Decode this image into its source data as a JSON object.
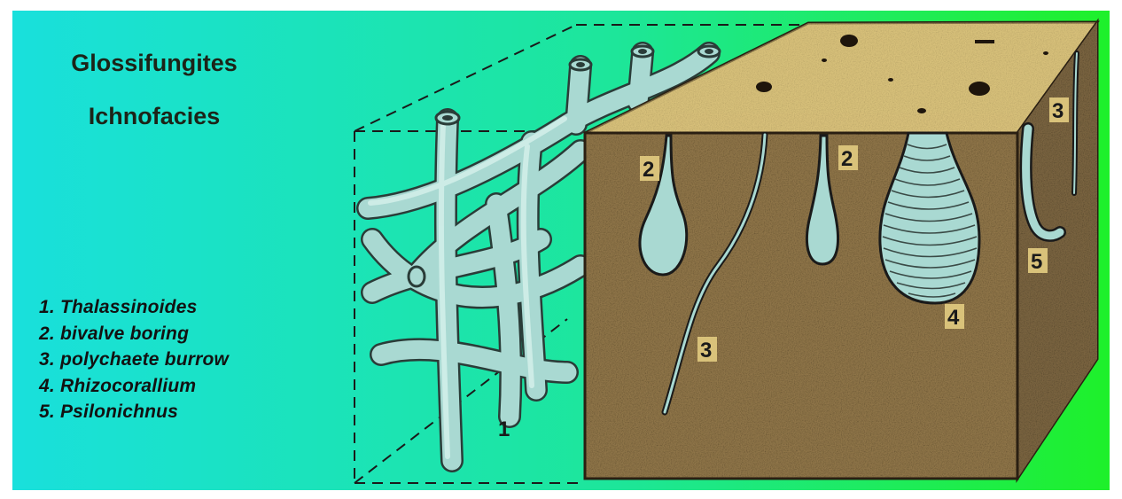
{
  "title": {
    "line1": "Glossifungites",
    "line2": "Ichnofacies"
  },
  "legend": [
    "1. Thalassinoides",
    "2. bivalve boring",
    "3. polychaete burrow",
    "4. Rhizocorallium",
    "5. Psilonichnus"
  ],
  "diagram_labels": {
    "l1": "1",
    "l2a": "2",
    "l2b": "2",
    "l3a": "3",
    "l3b": "3",
    "l4": "4",
    "l5": "5"
  },
  "colors": {
    "background_left": "#19e0dc",
    "background_right": "#1ef02a",
    "sediment_front": "#8f7548",
    "sediment_top": "#d8c07a",
    "burrow_fill": "#a9d9d2",
    "label_box": "#d9c27a"
  }
}
